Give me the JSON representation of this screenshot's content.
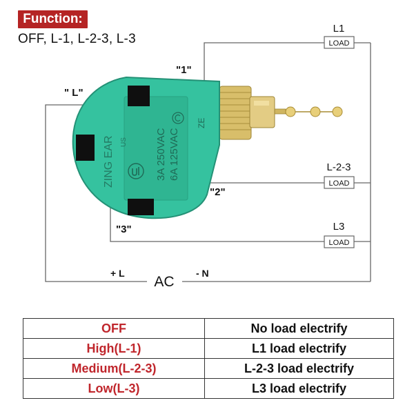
{
  "header": {
    "function_label": "Function:",
    "modes_line": "OFF, L-1, L-2-3, L-3"
  },
  "terminals": {
    "t1": "\"1\"",
    "tL": "\" L\"",
    "t2": "\"2\"",
    "t3": "\"3\""
  },
  "loads": [
    {
      "name": "L1",
      "box": "LOAD"
    },
    {
      "name": "L-2-3",
      "box": "LOAD"
    },
    {
      "name": "L3",
      "box": "LOAD"
    }
  ],
  "power": {
    "plus": "+ L",
    "ac": "AC",
    "minus": "- N"
  },
  "switch": {
    "brand": "ZING EAR",
    "rating_1": "3A 250VAC",
    "rating_2": "6A 125VAC",
    "cert_mark": "US",
    "model_mark": "ZE",
    "body_color": "#35c29f",
    "metal_color": "#d8be6a"
  },
  "table": {
    "rows": [
      {
        "setting": "OFF",
        "result": "No load electrify"
      },
      {
        "setting": "High(L-1)",
        "result": "L1 load electrify"
      },
      {
        "setting": "Medium(L-2-3)",
        "result": "L-2-3 load electrify"
      },
      {
        "setting": "Low(L-3)",
        "result": "L3 load electrify"
      }
    ]
  },
  "colors": {
    "badge_bg": "#b52424",
    "setting_text": "#c0262c",
    "wire": "#666666"
  }
}
